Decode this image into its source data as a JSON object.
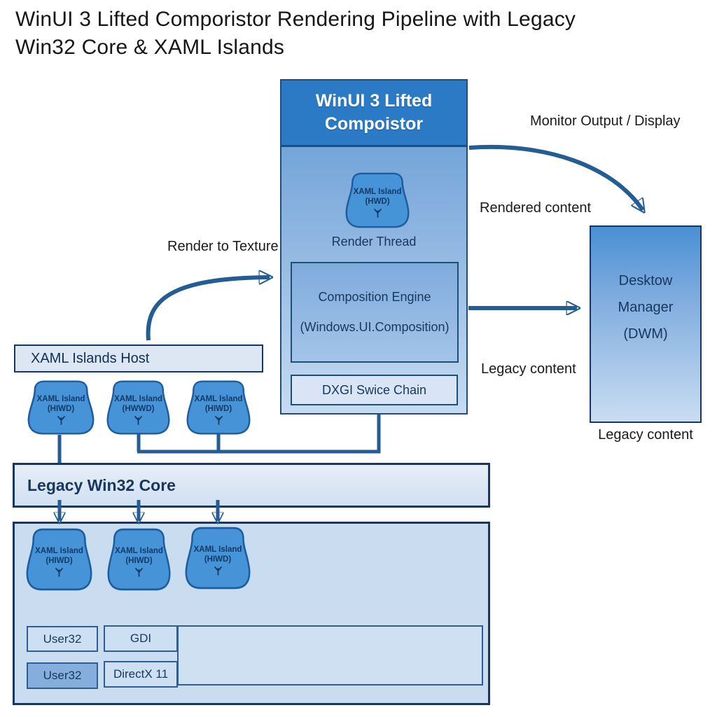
{
  "title": {
    "line1": "WinUI 3 Lifted Comporistor Rendering Pipeline with Legacy",
    "line2": "Win32 Core & XAML Islands"
  },
  "compositor": {
    "header_line1": "WinUI 3 Lifted",
    "header_line2": "Compoistor",
    "island": {
      "line1": "XAML Island",
      "line2": "(HWD)"
    },
    "render_thread": "Render Thread",
    "engine_line1": "Composition Engine",
    "engine_line2": "(Windows.UI.Composition)",
    "dxgi": "DXGI Swice Chain"
  },
  "dwm": {
    "line1": "Desktow",
    "line2": "Manager",
    "line3": "(DWM)",
    "caption": "Legacy content"
  },
  "labels": {
    "monitor_output": "Monitor Output / Display",
    "rendered_content": "Rendered content",
    "legacy_content": "Legacy content",
    "render_to_texture": "Render to Texture"
  },
  "host": {
    "title": "XAML Islands Host",
    "islands": [
      {
        "line1": "XAML Island",
        "line2": "(HIWD)"
      },
      {
        "line1": "XAML Island",
        "line2": "(HWWD)"
      },
      {
        "line1": "XAML Island",
        "line2": "(HIWD)"
      }
    ]
  },
  "legacy": {
    "header": "Legacy Win32 Core",
    "islands": [
      {
        "line1": "XAML Island",
        "line2": "(HIWD)"
      },
      {
        "line1": "XAML Island",
        "line2": "(HIWD)"
      },
      {
        "line1": "XAML Island",
        "line2": "(HIWD)"
      }
    ],
    "user32_top": "User32",
    "gdi": "GDI",
    "user32_bottom": "User32",
    "directx": "DirectX 11"
  },
  "colors": {
    "header_blue": "#2b7ac5",
    "island_fill": "#4793d8",
    "dark_border": "#1f4e79",
    "arrow": "#245c94",
    "panel_light": "#dde7f4",
    "container_fill": "#c9dcf0",
    "user32_highlight": "#85aedd"
  }
}
